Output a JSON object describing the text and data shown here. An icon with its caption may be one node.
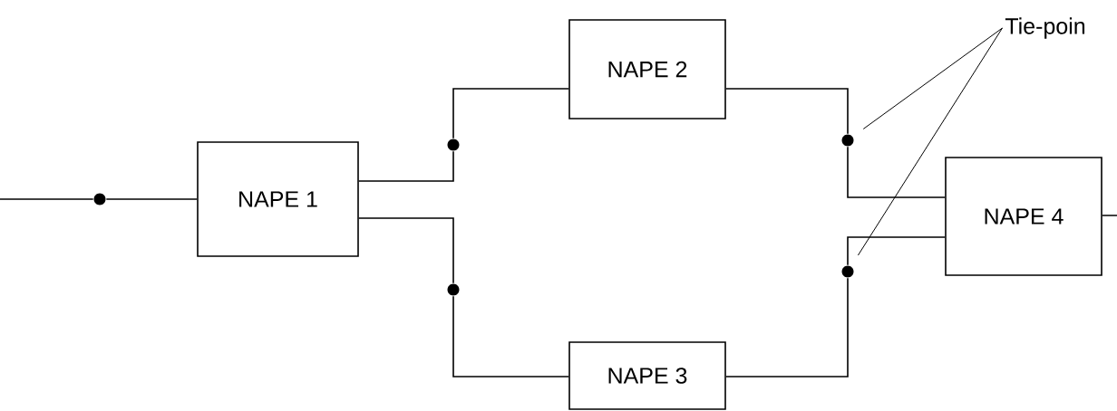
{
  "diagram": {
    "nodes": [
      {
        "text": [
          "NAPE 1"
        ]
      },
      {
        "text": [
          "NAPE 2"
        ]
      },
      {
        "text": [
          "NAPE 3"
        ]
      },
      {
        "text": [
          "NAPE 4"
        ]
      },
      {
        "text": [
          "Tie-poin"
        ]
      },
      {
        "text": [],
        "shape": "circle"
      },
      {
        "text": [],
        "shape": "circle"
      },
      {
        "text": [],
        "shape": "circle"
      },
      {
        "text": [],
        "shape": "circle"
      },
      {
        "text": [],
        "shape": "circle"
      }
    ],
    "edges": [
      {
        "from": null,
        "to": 5,
        "arrow": "none"
      },
      {
        "from": 5,
        "to": 0,
        "arrow": "none"
      },
      {
        "from": 0,
        "to": 6,
        "arrow": "none"
      },
      {
        "from": 6,
        "to": 1,
        "arrow": "none"
      },
      {
        "from": 0,
        "to": 7,
        "arrow": "none"
      },
      {
        "from": 7,
        "to": 2,
        "arrow": "none"
      },
      {
        "from": 1,
        "to": 8,
        "arrow": "none"
      },
      {
        "from": 8,
        "to": 3,
        "arrow": "none"
      },
      {
        "from": 2,
        "to": 9,
        "arrow": "none"
      },
      {
        "from": 9,
        "to": 3,
        "arrow": "none"
      },
      {
        "from": 3,
        "to": null,
        "arrow": "none"
      },
      {
        "from": 4,
        "to": 8,
        "arrow": "none"
      },
      {
        "from": 4,
        "to": 9,
        "arrow": "none"
      }
    ]
  }
}
